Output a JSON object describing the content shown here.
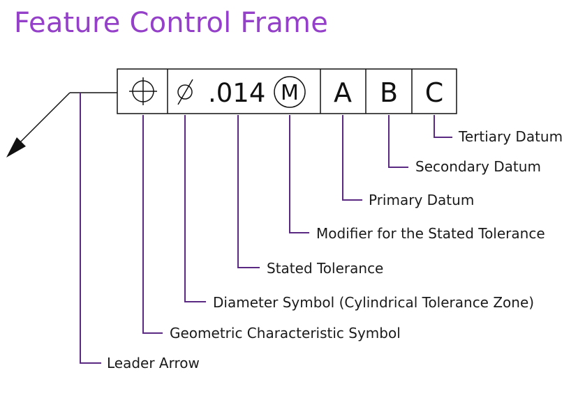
{
  "title": "Feature Control Frame",
  "colors": {
    "title": "#9440C8",
    "leader_line": "#5A2A82",
    "frame": "#111111"
  },
  "frame": {
    "geometric_symbol_icon": "position-icon",
    "diameter_icon": "diameter-icon",
    "tolerance": ".014",
    "modifier": "M",
    "datums": [
      "A",
      "B",
      "C"
    ]
  },
  "callouts": {
    "tertiary_datum": "Tertiary Datum",
    "secondary_datum": "Secondary Datum",
    "primary_datum": "Primary Datum",
    "modifier": "Modifier for the Stated Tolerance",
    "stated_tolerance": "Stated Tolerance",
    "diameter_symbol": "Diameter Symbol (Cylindrical Tolerance Zone)",
    "geometric_characteristic": "Geometric Characteristic Symbol",
    "leader_arrow": "Leader Arrow"
  }
}
